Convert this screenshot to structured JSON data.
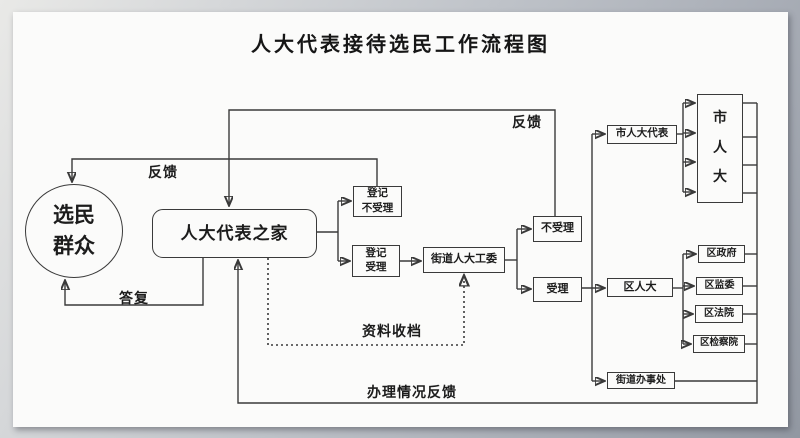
{
  "title": "人大代表接待选民工作流程图",
  "nodes": {
    "voters": "选民\n群众",
    "home": "人大代表之家",
    "register_rejected": "登记\n不受理",
    "register_accepted": "登记\n受理",
    "street_npc_committee": "街道人大工委",
    "rejected": "不受理",
    "accepted": "受理",
    "city_npc_deputy": "市人大代表",
    "city_npc": "市\n人\n大",
    "district_npc": "区人大",
    "district_government": "区政府",
    "district_supervisory": "区监委",
    "district_court": "区法院",
    "district_procuratorate": "区检察院",
    "street_office": "街道办事处"
  },
  "edge_labels": {
    "feedback_to_voters": "反馈",
    "feedback_to_home": "反馈",
    "reply": "答复",
    "archive": "资料收档",
    "handling_feedback": "办理情况反馈"
  },
  "colors": {
    "line": "#3a3a3a",
    "text": "#1c1c1c",
    "slide_background": "#fbfbfa",
    "backdrop": "#a6abb4"
  }
}
